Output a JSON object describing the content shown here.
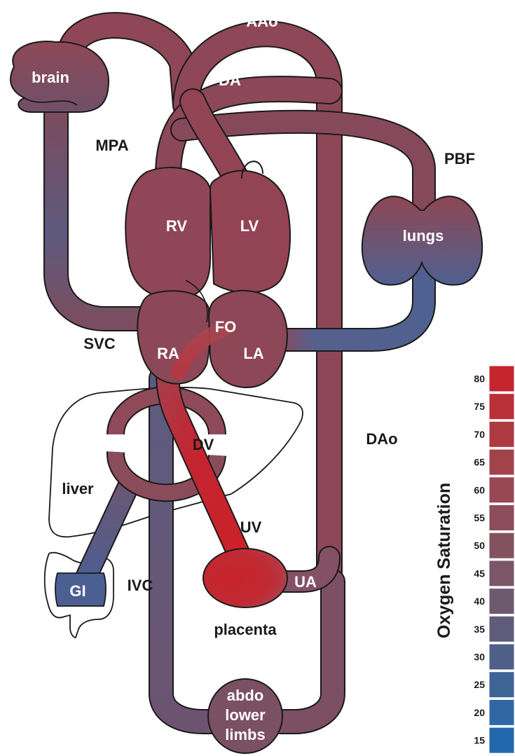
{
  "labels": {
    "aao": "AAo",
    "brain": "brain",
    "da": "DA",
    "mpa": "MPA",
    "pbf": "PBF",
    "rv": "RV",
    "lv": "LV",
    "lungs": "lungs",
    "fo": "FO",
    "svc": "SVC",
    "ra": "RA",
    "la": "LA",
    "dao": "DAo",
    "dv": "DV",
    "liver": "liver",
    "uv": "UV",
    "gi": "GI",
    "ivc": "IVC",
    "ua": "UA",
    "placenta": "placenta",
    "abdo_line1": "abdo",
    "abdo_line2": "lower",
    "abdo_line3": "limbs"
  },
  "scale": {
    "title": "Oxygen Saturation",
    "ticks": [
      "80",
      "75",
      "70",
      "65",
      "60",
      "55",
      "50",
      "45",
      "40",
      "35",
      "30",
      "25",
      "20",
      "15"
    ],
    "colors": [
      "#c4252e",
      "#b93037",
      "#ae3a41",
      "#a2434b",
      "#984853",
      "#8d4d5b",
      "#83525f",
      "#7a5666",
      "#6e5a6f",
      "#5f5c7a",
      "#4e6088",
      "#3f6496",
      "#3068a3",
      "#2268ae"
    ]
  },
  "colors": {
    "oxygenated": "#c4252e",
    "mixed": "#8e4a58",
    "deoxygenated": "#4d5f8e"
  }
}
